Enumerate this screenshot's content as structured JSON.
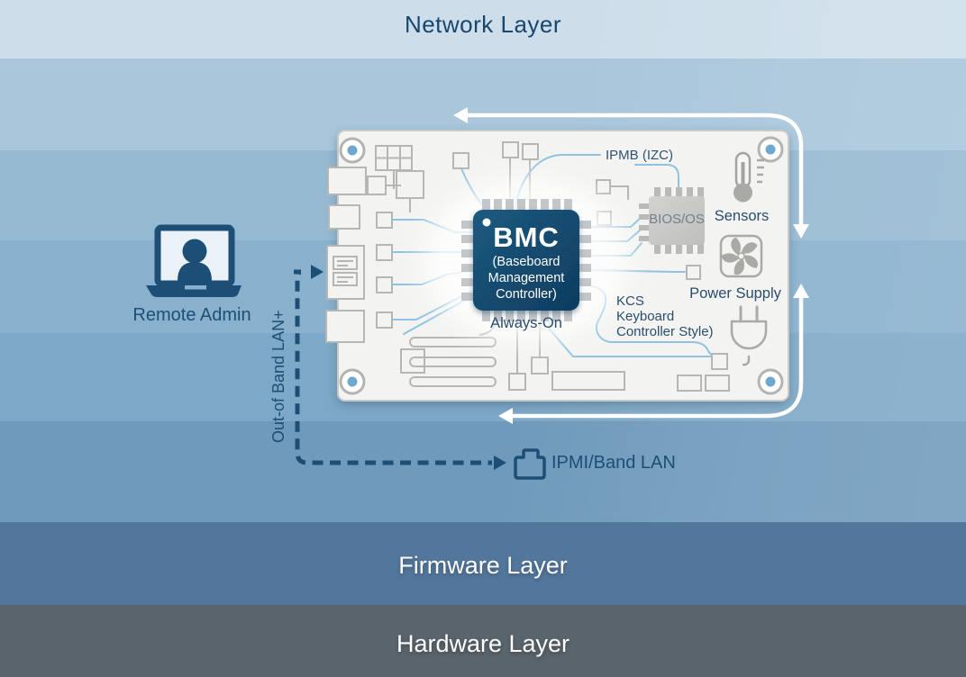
{
  "layers": {
    "network": "Network Layer",
    "firmware": "Firmware Layer",
    "hardware": "Hardware Layer"
  },
  "actors": {
    "remote_admin": "Remote Admin"
  },
  "connections": {
    "out_of_band": "Out-of Band LAN+",
    "ipmi": "IPMI/Band LAN"
  },
  "board": {
    "bmc": {
      "name": "BMC",
      "sub": [
        "(Baseboard",
        "Management",
        "Controller)"
      ],
      "status": "Always-On"
    },
    "ipmb": "IPMB (IZC)",
    "kcs": [
      "KCS",
      "Keyboard",
      "Controller Style)"
    ],
    "bios": "BIOS/OS",
    "sensors": "Sensors",
    "power_supply": "Power Supply"
  },
  "colors": {
    "accent_dark_blue": "#1d4e76",
    "bmc_chip_blue": "#15496e",
    "board_white": "#f3f3f1",
    "trace_blue": "#8fc3e1",
    "component_gray": "#b6b6b2",
    "arrow_white": "#ffffff"
  }
}
